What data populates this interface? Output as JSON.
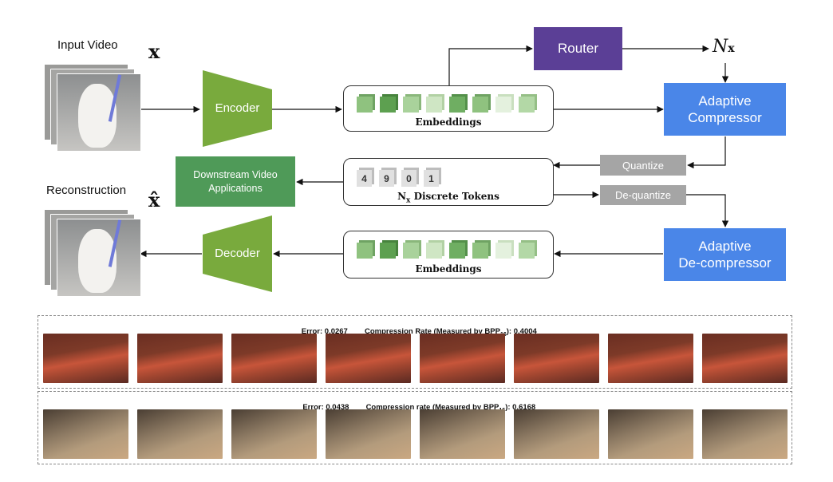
{
  "diagram": {
    "input_video_label": "Input Video",
    "input_symbol": "x",
    "reconstruction_label": "Reconstruction",
    "recon_symbol": "x̂",
    "encoder": "Encoder",
    "decoder": "Decoder",
    "router": "Router",
    "nx_symbol": "N",
    "nx_sub": "x",
    "adaptive_compressor": [
      "Adaptive",
      "Compressor"
    ],
    "adaptive_decompressor": [
      "Adaptive",
      "De-compressor"
    ],
    "quantize": "Quantize",
    "dequantize": "De-quantize",
    "downstream": [
      "Downstream Video",
      "Applications"
    ],
    "embeddings_top": "Embeddings",
    "embeddings_bottom": "Embeddings",
    "tokens_label_main": "N",
    "tokens_label_sub": "x",
    "tokens_label_rest": " Discrete Tokens",
    "tokens": [
      "4",
      "9",
      "0",
      "1"
    ],
    "embedding_cube_colors": [
      "#8fc27f",
      "#5da050",
      "#a9d29b",
      "#cfe6c4",
      "#6fae62",
      "#8fc27f",
      "#e4f1de",
      "#b3d8a6"
    ],
    "colors": {
      "router": "#5b3f96",
      "compressor": "#4a86e8",
      "encoder": "#79aa3d",
      "downstream": "#4f9a58",
      "quant": "#a5a5a5"
    }
  },
  "panels": [
    {
      "error_label": "Error: 0.0267",
      "rate_label": "Compression Rate (Measured by BPP",
      "rate_sub": "16",
      "rate_value": "): 0.4004",
      "frames": 8
    },
    {
      "error_label": "Error: 0.0438",
      "rate_label": "Compression rate (Measured by BPP",
      "rate_sub": "16",
      "rate_value": "): 0.6168",
      "frames": 8
    }
  ]
}
